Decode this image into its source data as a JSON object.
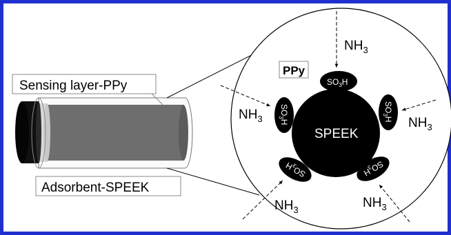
{
  "labels": {
    "sensing_layer": "Sensing layer-PPy",
    "adsorbent": "Adsorbent-SPEEK",
    "ppy": "PPy",
    "speek": "SPEEK"
  },
  "groups": {
    "so3h_top": {
      "main": "SO",
      "sub": "3",
      "tail": "H"
    },
    "so3h_left": {
      "main": "SO",
      "sub": "3",
      "tail": "H"
    },
    "so3h_right": {
      "main": "SO",
      "sub": "3",
      "tail": "H"
    },
    "so3h_lower_left": {
      "main": "SO",
      "sub": "3",
      "tail": "H"
    },
    "so3h_lower_right": {
      "main": "SO",
      "sub": "3",
      "tail": "H"
    }
  },
  "gas": {
    "top": {
      "main": "NH",
      "sub": "3"
    },
    "left": {
      "main": "NH",
      "sub": "3"
    },
    "right": {
      "main": "NH",
      "sub": "3"
    },
    "bottom_left": {
      "main": "NH",
      "sub": "3"
    },
    "bottom_right": {
      "main": "NH",
      "sub": "3"
    }
  },
  "colors": {
    "frame_border": "#1f2fd0",
    "fiber_core": "#6e6e6e",
    "fiber_end": "#0f0f0f",
    "sheath_line": "#8a8a8a",
    "particle": "#000000"
  }
}
